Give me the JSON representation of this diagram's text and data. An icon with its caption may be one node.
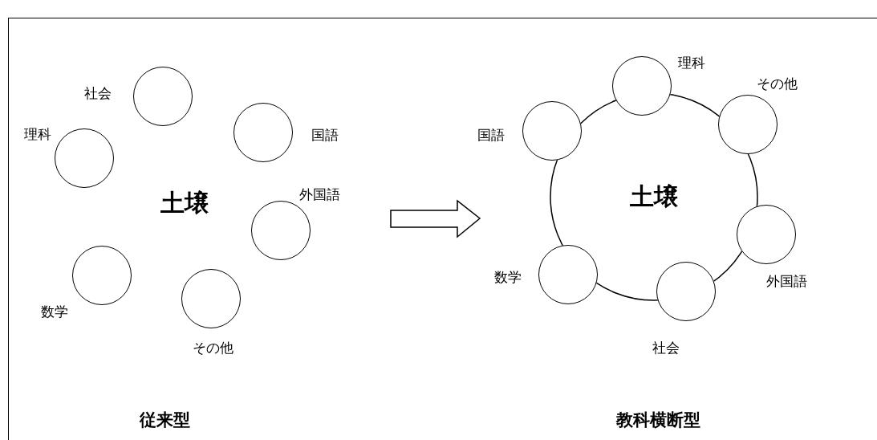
{
  "diagram": {
    "nodes": [
      {
        "text": [],
        "shape": "circle",
        "beside": [
          "社会"
        ]
      },
      {
        "text": [],
        "shape": "circle",
        "beside": [
          "国語"
        ]
      },
      {
        "text": [],
        "shape": "circle",
        "beside": [
          "理科"
        ]
      },
      {
        "text": [],
        "shape": "circle",
        "beside": [
          "外国語"
        ]
      },
      {
        "text": [],
        "shape": "circle",
        "beside": [
          "数学"
        ]
      },
      {
        "text": [],
        "shape": "circle",
        "beside": [
          "その他"
        ]
      },
      {
        "text": [
          "土壌"
        ]
      },
      {
        "text": [],
        "shape": "circle",
        "beside": [
          "理科"
        ]
      },
      {
        "text": [],
        "shape": "circle",
        "beside": [
          "その他"
        ]
      },
      {
        "text": [],
        "shape": "circle",
        "beside": [
          "国語"
        ]
      },
      {
        "text": [],
        "shape": "circle",
        "beside": [
          "外国語"
        ]
      },
      {
        "text": [],
        "shape": "circle",
        "beside": [
          "数学"
        ]
      },
      {
        "text": [],
        "shape": "circle",
        "beside": [
          "社会"
        ]
      }
    ],
    "edges": [],
    "labels": [
      "土壌",
      "従来型",
      "教科横断型"
    ]
  }
}
